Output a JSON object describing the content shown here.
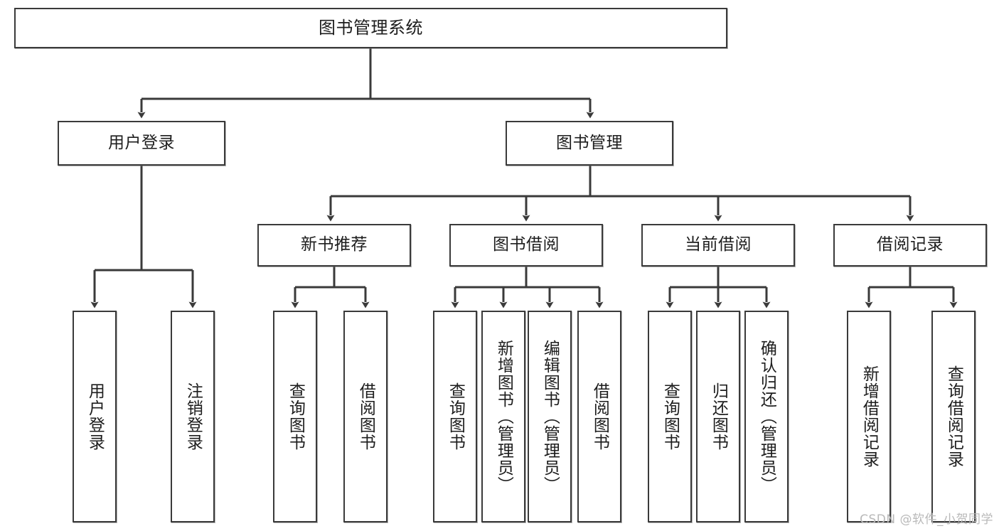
{
  "diagram": {
    "title_node": {
      "label": "图书管理系统"
    },
    "level2": [
      {
        "id": "user-login",
        "label": "用户登录"
      },
      {
        "id": "book-management",
        "label": "图书管理"
      }
    ],
    "level3": [
      {
        "id": "new-book-recommend",
        "label": "新书推荐"
      },
      {
        "id": "book-borrow",
        "label": "图书借阅"
      },
      {
        "id": "current-borrow",
        "label": "当前借阅"
      },
      {
        "id": "borrow-record",
        "label": "借阅记录"
      }
    ],
    "leaves": {
      "user_login": [
        {
          "id": "leaf-user-login",
          "label": "用户登录"
        },
        {
          "id": "leaf-logout-login",
          "label": "注销登录"
        }
      ],
      "new_book_recommend": [
        {
          "id": "leaf-query-book-1",
          "label": "查询图书"
        },
        {
          "id": "leaf-borrow-book-1",
          "label": "借阅图书"
        }
      ],
      "book_borrow": [
        {
          "id": "leaf-query-book-2",
          "label": "查询图书"
        },
        {
          "id": "leaf-add-book-admin",
          "label": "新增图书（管理员）"
        },
        {
          "id": "leaf-edit-book-admin",
          "label": "编辑图书（管理员）"
        },
        {
          "id": "leaf-borrow-book-2",
          "label": "借阅图书"
        }
      ],
      "current_borrow": [
        {
          "id": "leaf-query-book-3",
          "label": "查询图书"
        },
        {
          "id": "leaf-return-book",
          "label": "归还图书"
        },
        {
          "id": "leaf-confirm-return-admin",
          "label": "确认归还（管理员）"
        }
      ],
      "borrow_record": [
        {
          "id": "leaf-add-borrow-record",
          "label": "新增借阅记录"
        },
        {
          "id": "leaf-query-borrow-record",
          "label": "查询借阅记录"
        }
      ]
    }
  },
  "watermark": {
    "text": "CSDN @软件_小贺同学"
  },
  "colors": {
    "stroke": "#3a3a3a",
    "fill": "#ffffff",
    "text": "#1d1d1d",
    "watermark": "#b9b9b9"
  }
}
